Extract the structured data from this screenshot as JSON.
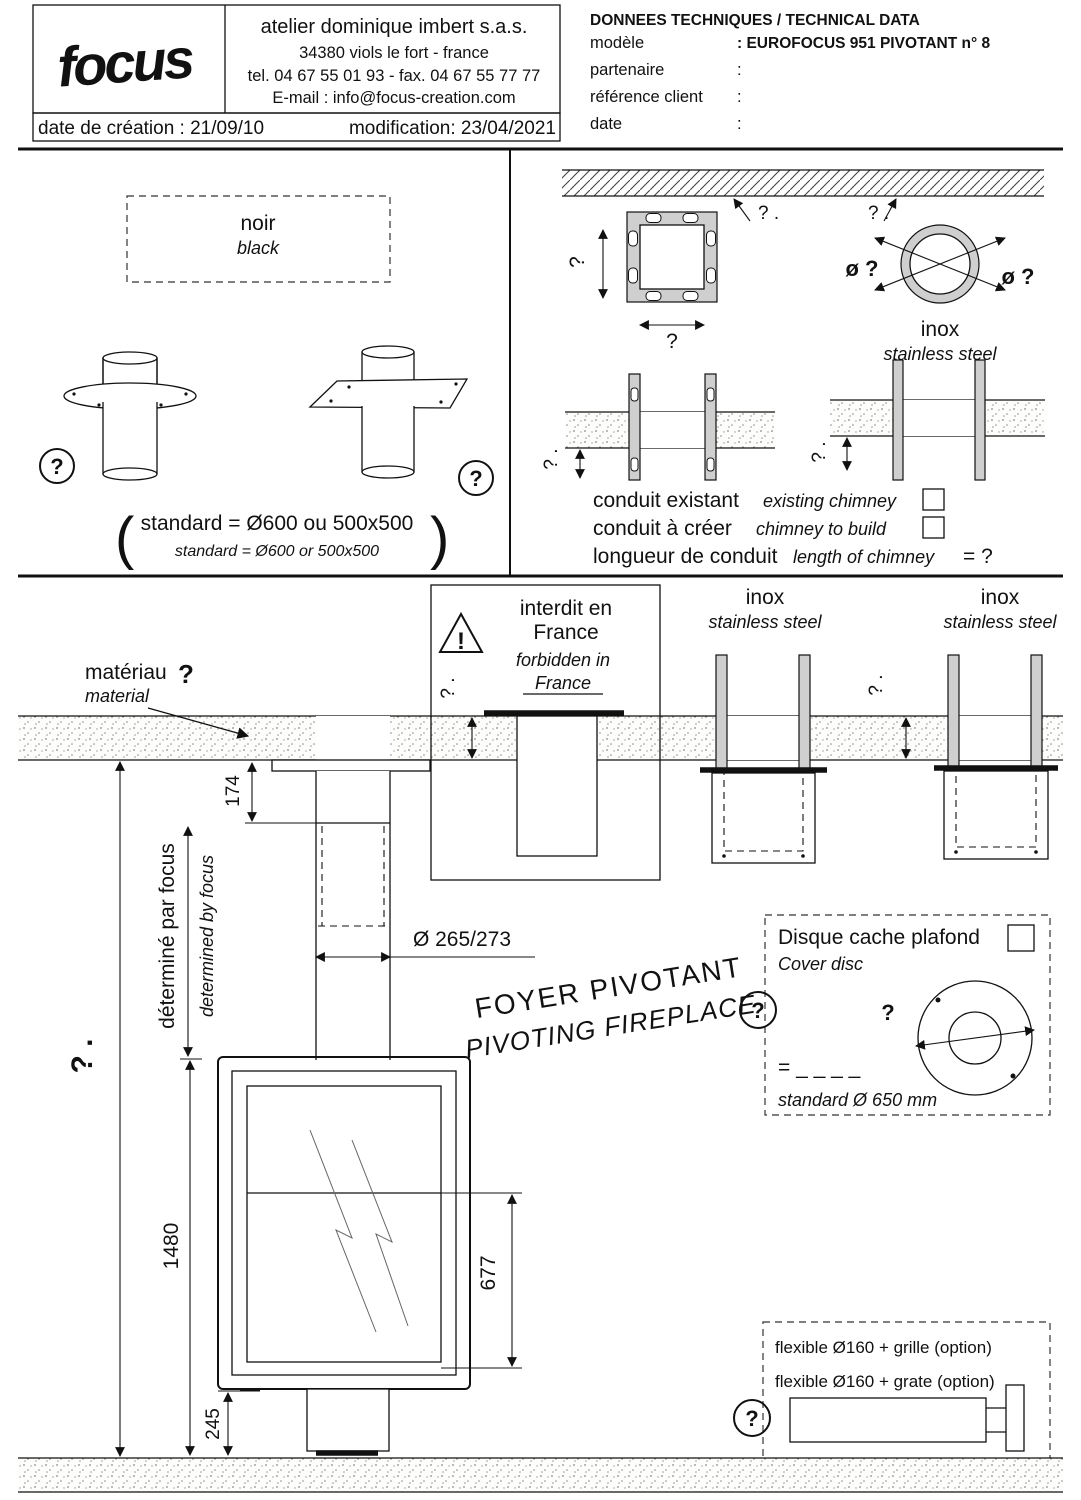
{
  "header": {
    "logo": "focus",
    "company": {
      "name": "atelier dominique imbert s.a.s.",
      "address": "34380 viols le fort  -   france",
      "phone_fax": "tel. 04 67 55 01 93  -  fax. 04 67 55 77 77",
      "email": "E-mail : info@focus-creation.com"
    },
    "dates": {
      "created": "date de création : 21/09/10",
      "modified": "modification: 23/04/2021"
    },
    "technical": {
      "title": "DONNEES TECHNIQUES / TECHNICAL DATA",
      "rows": [
        {
          "label": "modèle",
          "value": ": EUROFOCUS 951 PIVOTANT n° 8"
        },
        {
          "label": "partenaire",
          "value": ":"
        },
        {
          "label": "référence client",
          "value": ":"
        },
        {
          "label": "date",
          "value": ":"
        }
      ]
    }
  },
  "ceiling_plates": {
    "finish_fr": "noir",
    "finish_en": "black",
    "q": "?",
    "paren_open": "(",
    "paren_close": ")",
    "standard_fr": "standard = Ø600 ou 500x500",
    "standard_en": "standard = Ø600 or 500x500"
  },
  "chimney": {
    "q": "?",
    "q_dot": "? .",
    "dia_q": "ø ?",
    "inox_fr": "inox",
    "inox_en": "stainless steel",
    "existing_fr": "conduit existant",
    "existing_en": "existing chimney",
    "build_fr": "conduit à créer",
    "build_en": "chimney to build",
    "length_fr": "longueur de conduit",
    "length_en": "length of chimney",
    "length_value": "= ?"
  },
  "installation": {
    "material_fr": "matériau",
    "material_q": "?",
    "material_en": "material",
    "warning": "!",
    "forbidden_fr1": "interdit en",
    "forbidden_fr2": "France",
    "forbidden_en1": "forbidden in",
    "forbidden_en2": "France",
    "inox_fr": "inox",
    "inox_en": "stainless steel",
    "q_dot": "? .",
    "height_q": "? .",
    "dim_ceiling_offset": "174",
    "determined_fr": "déterminé par focus",
    "determined_en": "determined by focus",
    "pipe_diameter": "Ø 265/273",
    "title_fr": "FOYER PIVOTANT",
    "title_en": "PIVOTING FIREPLACE",
    "dim_total": "1480",
    "dim_glass": "677",
    "dim_base": "245"
  },
  "cover_disc": {
    "title_fr": "Disque cache plafond",
    "title_en": "Cover disc",
    "q": "?",
    "value": "= _ _ _ _",
    "standard": "standard Ø 650 mm"
  },
  "flexible": {
    "line_fr": "flexible Ø160 + grille (option)",
    "line_en": "flexible Ø160 + grate (option)",
    "q": "?"
  }
}
